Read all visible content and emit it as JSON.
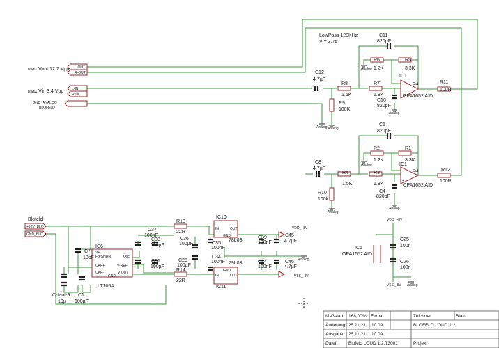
{
  "notes": {
    "lowpass": "LowPass 120KHz",
    "v_gain": "V = 3.75",
    "max_vout": "max Vout 12.7 Vpp",
    "max_vin": "max Vin 3.4 Vpp",
    "blofeld": "Blofeld"
  },
  "ports": {
    "l_out": "L-OUT",
    "r_out": "R-OUT",
    "l_in": "L-IN",
    "r_in": "R-IN",
    "gnd_analog": "GND_ANALOG",
    "gnd_analog_sub": "BLOFELD",
    "v12_in": "+12V_BLO",
    "gnd_blo": "GND_BLO"
  },
  "components": {
    "c11": [
      "C11",
      "820pF"
    ],
    "r6": [
      "R6",
      "1.2K"
    ],
    "r5": [
      "R5",
      "3.3K"
    ],
    "ic1a": [
      "IC1",
      "OPA1652 AID"
    ],
    "c12": [
      "C12",
      "4.7µF"
    ],
    "r8": [
      "R8",
      "1.5K"
    ],
    "r7": [
      "R7",
      "1.8K"
    ],
    "r11": [
      "R11",
      "100R"
    ],
    "r9": [
      "R9",
      "100K"
    ],
    "c10": [
      "C10",
      "820pF"
    ],
    "c5": [
      "C5",
      "820pF"
    ],
    "r2": [
      "R2",
      "1.2K"
    ],
    "r1": [
      "R1",
      "3.3K"
    ],
    "ic1b": [
      "IC1",
      "OPA1652 AID"
    ],
    "c8": [
      "C8",
      "4.7µF"
    ],
    "r4": [
      "R4",
      "1.5K"
    ],
    "r3": [
      "R3",
      "1.8K"
    ],
    "r12": [
      "R12",
      "100R"
    ],
    "r10": [
      "R10",
      "100k"
    ],
    "c4": [
      "C4",
      "820pF"
    ],
    "ic6": [
      "IC6",
      "LT1054"
    ],
    "c7": [
      "C7",
      "10pF"
    ],
    "c_tant": [
      "C-tant-9",
      "10µ"
    ],
    "c1": [
      "C1",
      "100µF"
    ],
    "c37": [
      "C37",
      "100nF"
    ],
    "c38": [
      "C38",
      "100µF"
    ],
    "c51": [
      "C51",
      "100µF"
    ],
    "r13": [
      "R13",
      "22R"
    ],
    "r14": [
      "R14",
      "22R"
    ],
    "c36": [
      "C36",
      "100µF"
    ],
    "c28": [
      "C28",
      "100µF"
    ],
    "c35": [
      "C35",
      "100nF"
    ],
    "c34": [
      "C34",
      "100nF"
    ],
    "ic10": [
      "IC10",
      "78L08"
    ],
    "ic11": [
      "IC11",
      "79L08"
    ],
    "c39": [
      "C39",
      "100nF"
    ],
    "c45": [
      "C45",
      "4.7µF"
    ],
    "c44": [
      "C44",
      "100nF"
    ],
    "c46": [
      "C46",
      "4.7µF"
    ],
    "ic1p": [
      "IC1",
      "OPA1652 AID"
    ],
    "c25": [
      "C25",
      "100n"
    ],
    "c26": [
      "C26",
      "100n"
    ]
  },
  "ic6_pins": [
    "V+",
    "FB/SHDN",
    "Osc",
    "CAP+",
    "V-REF",
    "CAP-",
    "V OUT",
    "GND"
  ],
  "reg_pins": [
    "IN",
    "OUT",
    "GND"
  ],
  "rails": {
    "vdd": "VDD_+8V",
    "vss": "VSS_-8V",
    "vdd_b": "VDD_+8V",
    "vss_b": "VSS_-8V",
    "analog": "Analog"
  },
  "title_block": {
    "scale_label": "Maßstab",
    "scale_value": "168,00%",
    "firm_label": "Firma",
    "drawer_label": "Zeichner",
    "sheet_label": "Blatt",
    "change_label": "Änderung",
    "change_date": "25.11.21",
    "change_time": "10:09",
    "output_label": "Ausgabe",
    "output_date": "25.11.21",
    "output_time": "10:09",
    "project_title": "BLOFELD LOUD 1.2",
    "file_label": "Datei",
    "file_value": "Blofeld LOUD 1.2.T3001",
    "project_label": "Projekt"
  }
}
